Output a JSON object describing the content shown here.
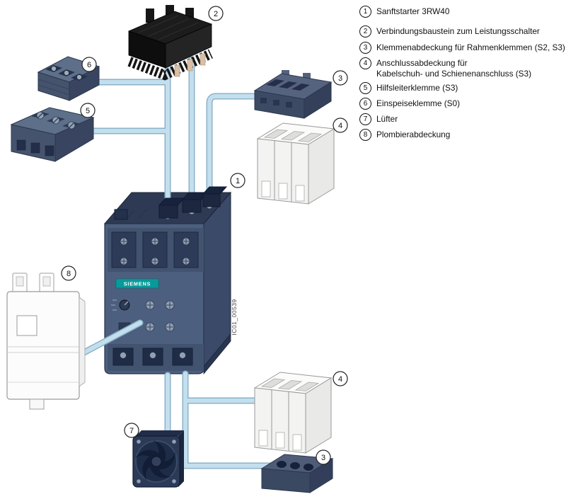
{
  "legend": {
    "items": [
      {
        "num": "1",
        "label": "Sanftstarter 3RW40"
      },
      {
        "num": "2",
        "label": "Verbindungsbaustein zum Leistungsschalter"
      },
      {
        "num": "3",
        "label": "Klemmenabdeckung für Rahmenklemmen (S2, S3)"
      },
      {
        "num": "4",
        "label": "Anschlussabdeckung für",
        "label2": "Kabelschuh- und Schienenanschluss (S3)"
      },
      {
        "num": "5",
        "label": "Hilfsleiterklemme (S3)"
      },
      {
        "num": "6",
        "label": "Einspeiseklemme (S0)"
      },
      {
        "num": "7",
        "label": "Lüfter"
      },
      {
        "num": "8",
        "label": "Plombierabdeckung"
      }
    ]
  },
  "diagram": {
    "brand_label": "SIEMENS",
    "figure_code": "IC01_00539",
    "callouts": {
      "c1": "1",
      "c2": "2",
      "c3a": "3",
      "c3b": "3",
      "c4a": "4",
      "c4b": "4",
      "c5": "5",
      "c6": "6",
      "c7": "7",
      "c8": "8"
    }
  },
  "colors": {
    "tube_fill": "#c3dfee",
    "tube_edge": "#8cb2c8",
    "starter_front": "#4d5f7e",
    "starter_top": "#2e3a54",
    "starter_side": "#3a4a68",
    "terminal_dark": "#2d3b58",
    "screw_metal": "#90a0b4",
    "siemens_teal": "#089a9a",
    "connector_black": "#1a1a1a",
    "pin_tan": "#d8bfa6",
    "cover_white": "#f3f3f2",
    "outline_gray": "#9a9a9a"
  }
}
